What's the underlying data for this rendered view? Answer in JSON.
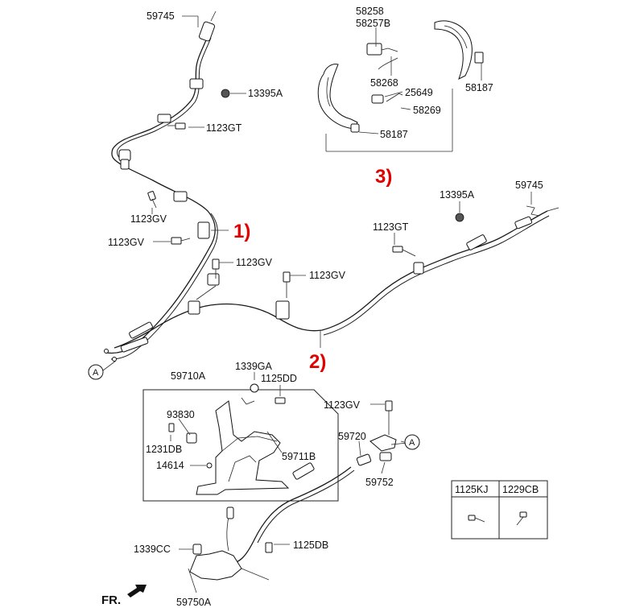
{
  "labels": {
    "p59745_top": "59745",
    "p13395a_top": "13395A",
    "p1123gt_top": "1123GT",
    "p1123gv_a": "1123GV",
    "p1123gv_b": "1123GV",
    "p1123gv_c": "1123GV",
    "p1123gv_d": "1123GV",
    "p58258": "58258",
    "p58257b": "58257B",
    "p58268": "58268",
    "p25649": "25649",
    "p58269": "58269",
    "p58187_r": "58187",
    "p58187_l": "58187",
    "p13395a_r": "13395A",
    "p59745_r": "59745",
    "p1123gt_r": "1123GT",
    "p59710a": "59710A",
    "p1339ga": "1339GA",
    "p1125dd": "1125DD",
    "p93830": "93830",
    "p1231db": "1231DB",
    "p14614": "14614",
    "p59711b": "59711B",
    "p1123gv_e": "1123GV",
    "p59720": "59720",
    "p59752": "59752",
    "p1339cc": "1339CC",
    "p1125db": "1125DB",
    "p59750a": "59750A"
  },
  "callouts": {
    "c1": "1)",
    "c2": "2)",
    "c3": "3)"
  },
  "refs": {
    "a_left": "A",
    "a_right": "A"
  },
  "table": {
    "col1": "1125KJ",
    "col2": "1229CB"
  },
  "direction": "FR.",
  "colors": {
    "callout": "#e00000"
  }
}
